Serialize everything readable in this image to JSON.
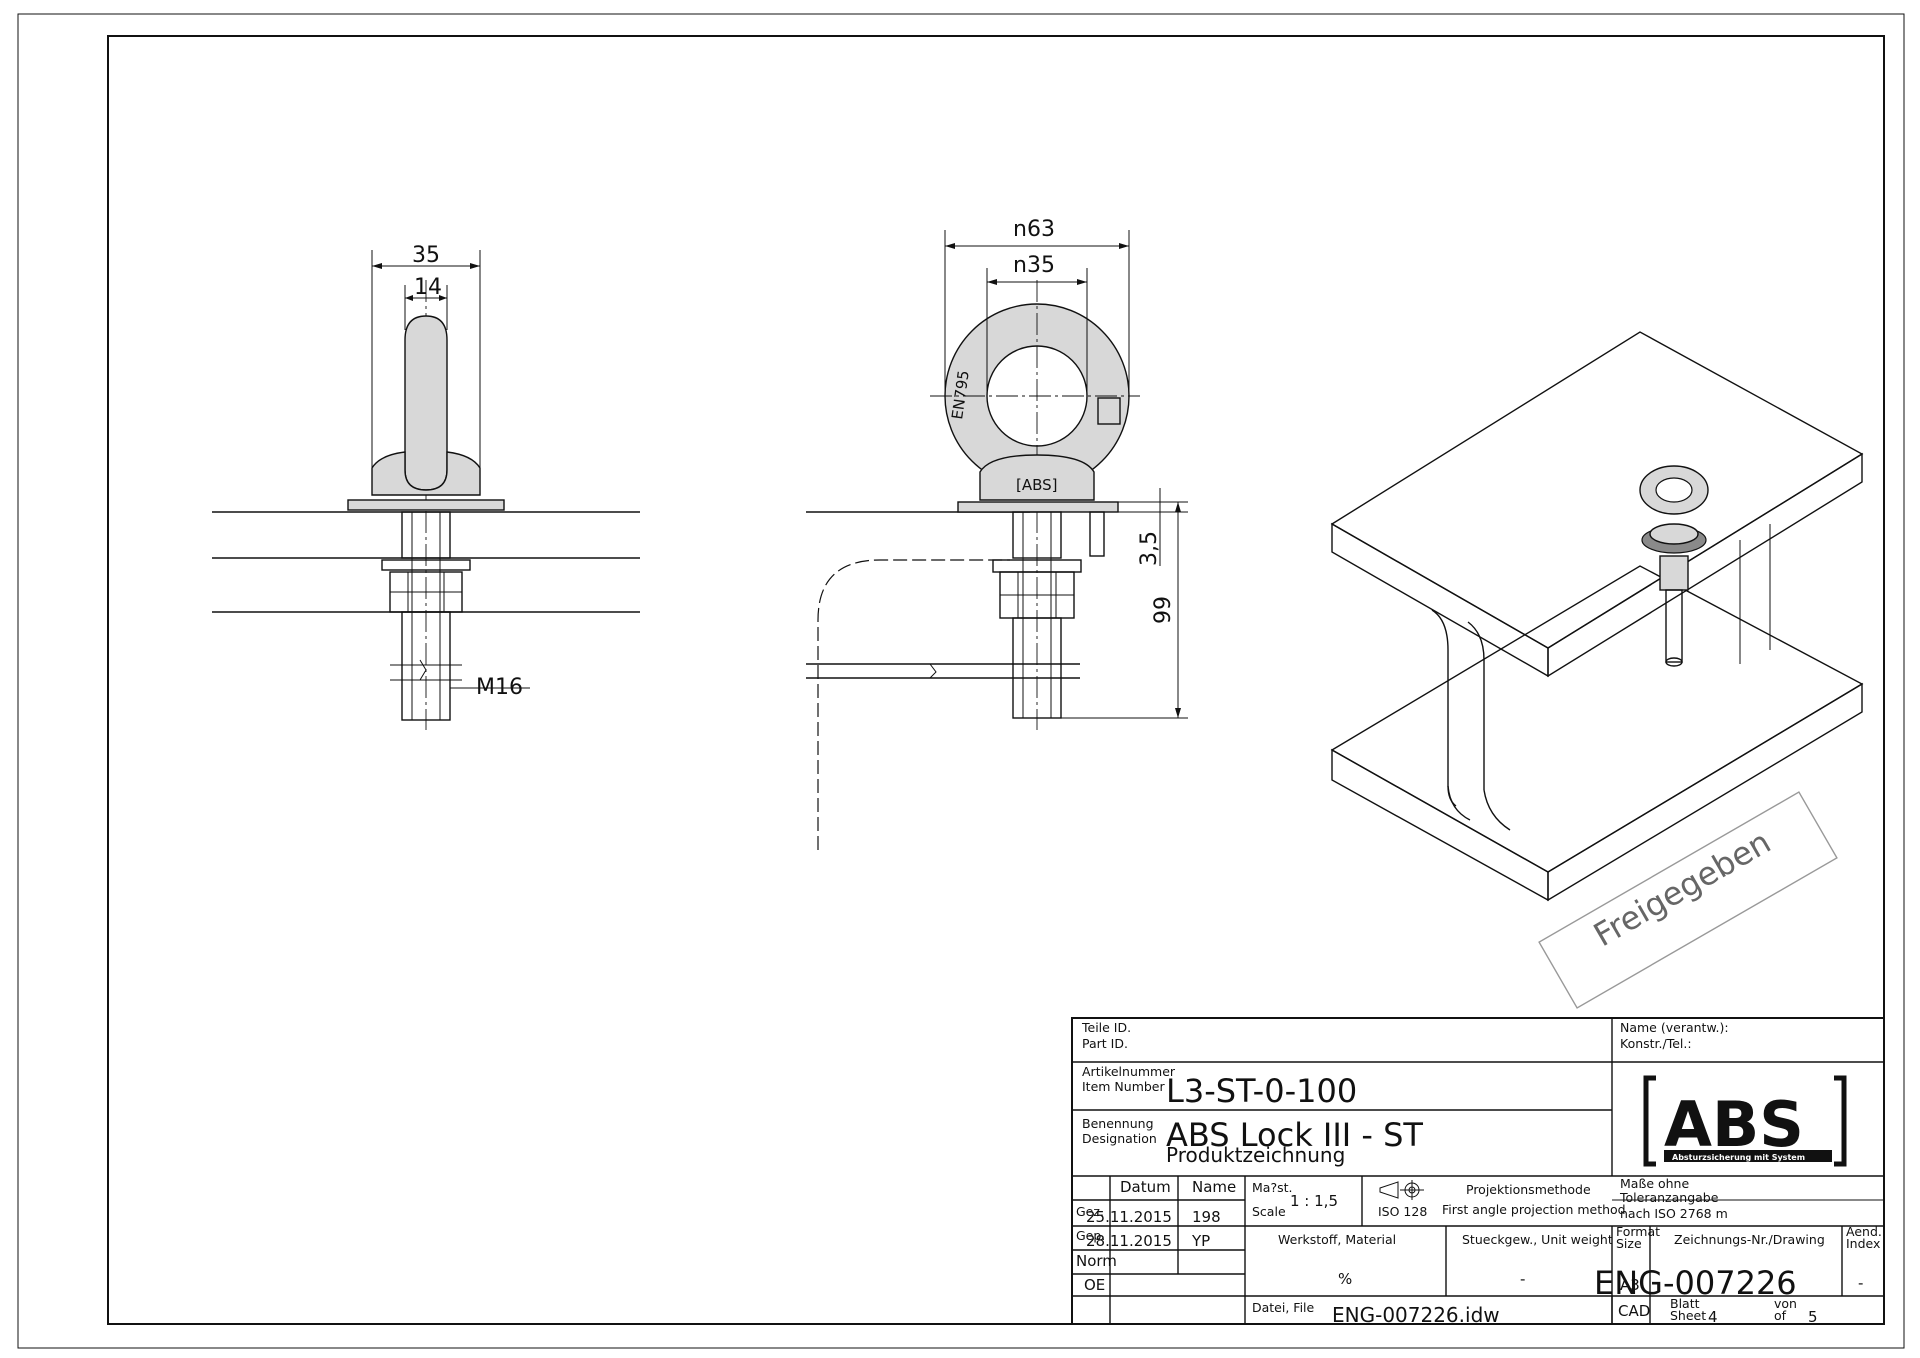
{
  "dimensions": {
    "side_width": "35",
    "side_inner": "14",
    "thread": "M16",
    "front_outer": "n63",
    "front_inner": "n35",
    "plate": "3,5",
    "length": "99"
  },
  "stamp": "Freigegeben",
  "ring_marks": {
    "standard": "EN795",
    "logo": "[ABS]"
  },
  "title_block": {
    "teile_id_label": "Teile ID.",
    "part_id_label": "Part ID.",
    "artikel_label": "Artikelnummer",
    "item_label": "Item Number",
    "item_number": "L3-ST-0-100",
    "benennung_label": "Benennung",
    "designation_label": "Designation",
    "designation": "ABS Lock III - ST",
    "subtitle": "Produktzeichnung",
    "name_label": "Name (verantw.):",
    "konstr_label": "Konstr./Tel.:",
    "logo_text": "ABS",
    "logo_tagline": "Absturzsicherung mit System",
    "col_datum": "Datum",
    "col_name": "Name",
    "row_gez": "Gez.",
    "row_gep": "Gep.",
    "row_norm": "Norm",
    "row_oe": "OE",
    "gez_date": "25.11.2015",
    "gez_name": "198",
    "gep_date": "28.11.2015",
    "gep_name": "YP",
    "massstab_label": "Ma?st.",
    "scale_label": "Scale",
    "scale_value": "1 : 1,5",
    "iso128": "ISO 128",
    "proj_de": "Projektionsmethode",
    "proj_en": "First angle projection method",
    "tol_1": "Maße ohne",
    "tol_2": "Toleranzangabe",
    "tol_3": "nach ISO 2768 m",
    "material_label": "Werkstoff, Material",
    "material_value": "%",
    "weight_label": "Stueckgew., Unit weight",
    "weight_value": "-",
    "format_label": "Format",
    "size_label": "Size",
    "format_value": "A3",
    "drawing_label": "Zeichnungs-Nr./Drawing",
    "drawing_number": "ENG-007226",
    "aend_label": "Aend.",
    "index_label": "Index",
    "index_value": "-",
    "datei_label": "Datei, File",
    "file_value": "ENG-007226.idw",
    "cad_label": "CAD",
    "blatt_label": "Blatt",
    "sheet_label": "Sheet",
    "sheet_value": "4",
    "von_label": "von",
    "of_label": "of",
    "of_value": "5"
  }
}
